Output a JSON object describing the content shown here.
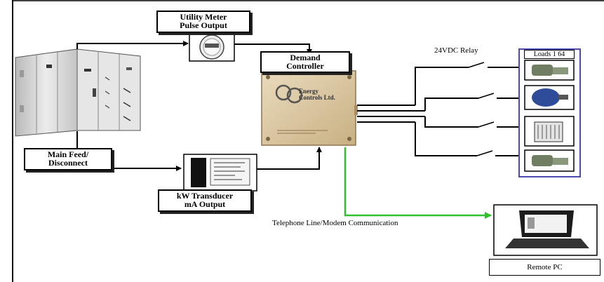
{
  "labels": {
    "utility_meter_line1": "Utility Meter",
    "utility_meter_line2": "Pulse Output",
    "demand_controller_line1": "Demand",
    "demand_controller_line2": "Controller",
    "main_feed_line1": "Main Feed/",
    "main_feed_line2": "Disconnect",
    "kw_transducer_line1": "kW Transducer",
    "kw_transducer_line2": "mA Output",
    "relay": "24VDC Relay",
    "loads": "Loads 1 64",
    "telephone": "Telephone Line/Modem Communication",
    "remote_pc": "Remote PC"
  },
  "controller_brand": "Energy Controls Ltd.",
  "colors": {
    "line": "#000000",
    "telephone_line": "#2fbf2f",
    "loads_border": "#4b4bb0",
    "cabinet": "#d9d9d9",
    "controller_body": "#dcc7a3"
  }
}
